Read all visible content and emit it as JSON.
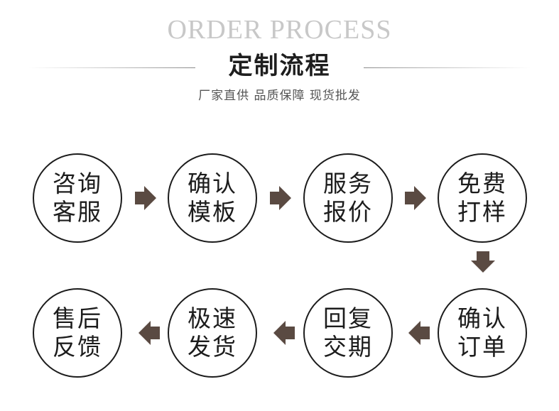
{
  "header": {
    "en_title": "ORDER PROCESS",
    "cn_title": "定制流程",
    "subtitle": "厂家直供 品质保障 现货批发"
  },
  "colors": {
    "arrow": "#5a4a42",
    "circle_border": "#1c1c1c",
    "en_title": "#c8c8c8"
  },
  "steps": [
    {
      "line1": "咨询",
      "line2": "客服"
    },
    {
      "line1": "确认",
      "line2": "模板"
    },
    {
      "line1": "服务",
      "line2": "报价"
    },
    {
      "line1": "免费",
      "line2": "打样"
    },
    {
      "line1": "确认",
      "line2": "订单"
    },
    {
      "line1": "回复",
      "line2": "交期"
    },
    {
      "line1": "极速",
      "line2": "发货"
    },
    {
      "line1": "售后",
      "line2": "反馈"
    }
  ],
  "arrows": [
    "arrow-right-icon",
    "arrow-down-icon",
    "arrow-left-icon"
  ]
}
